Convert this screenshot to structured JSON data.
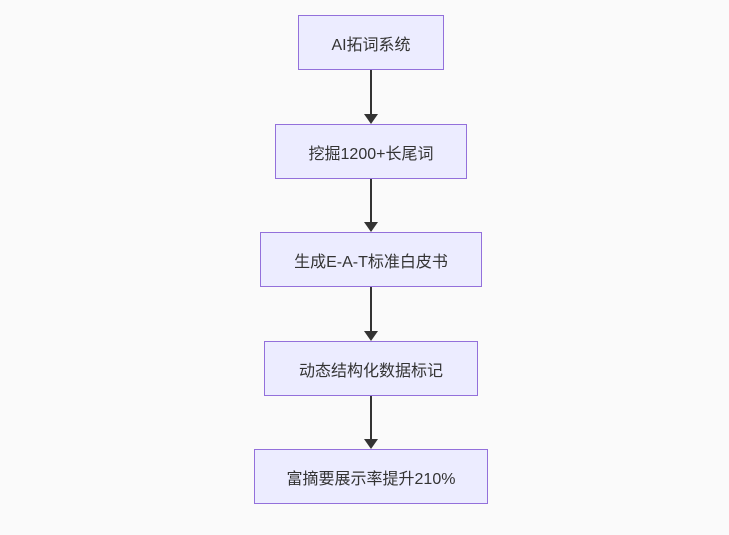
{
  "diagram": {
    "type": "flowchart",
    "direction": "top-down",
    "nodes": [
      {
        "id": "n1",
        "label": "AI拓词系统"
      },
      {
        "id": "n2",
        "label": "挖掘1200+长尾词"
      },
      {
        "id": "n3",
        "label": "生成E-A-T标准白皮书"
      },
      {
        "id": "n4",
        "label": "动态结构化数据标记"
      },
      {
        "id": "n5",
        "label": "富摘要展示率提升210%"
      }
    ],
    "edges": [
      {
        "from": "n1",
        "to": "n2"
      },
      {
        "from": "n2",
        "to": "n3"
      },
      {
        "from": "n3",
        "to": "n4"
      },
      {
        "from": "n4",
        "to": "n5"
      }
    ],
    "colors": {
      "background": "#fafafa",
      "node_fill": "#ECECFF",
      "node_border": "#9370DB",
      "edge": "#333333",
      "text": "#333333"
    }
  }
}
